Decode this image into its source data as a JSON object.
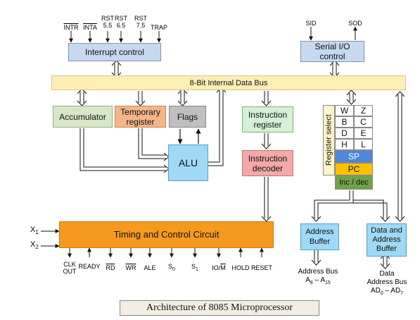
{
  "title": "Architecture of 8085 Microprocessor",
  "blocks": {
    "interrupt_control": "Interrupt control",
    "serial_io_control_1": "Serial I/O",
    "serial_io_control_2": "control",
    "internal_data_bus": "8-Bit Internal Data Bus",
    "accumulator": "Accumulator",
    "temporary_register_1": "Temporary",
    "temporary_register_2": "register",
    "flags": "Flags",
    "alu": "ALU",
    "instruction_register_1": "Instruction",
    "instruction_register_2": "register",
    "instruction_decoder_1": "Instruction",
    "instruction_decoder_2": "decoder",
    "register_select": "Register select",
    "timing_control": "Timing and Control Circuit",
    "address_buffer_1": "Address",
    "address_buffer_2": "Buffer",
    "data_address_buffer_1": "Data and",
    "data_address_buffer_2": "Address",
    "data_address_buffer_3": "Buffer"
  },
  "registers": {
    "w": "W",
    "z": "Z",
    "b": "B",
    "c": "C",
    "d": "D",
    "e": "E",
    "h": "H",
    "l": "L",
    "sp": "SP",
    "pc": "PC",
    "inc_dec": "Inc / dec"
  },
  "interrupt_signals": {
    "intr": "INTR",
    "inta": "INTA",
    "rst55_a": "RST",
    "rst55_b": "5.5",
    "rst65_a": "RST",
    "rst65_b": "6.5",
    "rst75_a": "RST",
    "rst75_b": "7.5",
    "trap": "TRAP"
  },
  "serial_signals": {
    "sid": "SID",
    "sod": "SOD"
  },
  "clock_inputs": {
    "x1": "X",
    "x1_sub": "1",
    "x2": "X",
    "x2_sub": "2"
  },
  "control_signals": {
    "clk_out_1": "CLK",
    "clk_out_2": "OUT",
    "ready": "READY",
    "rd": "RD",
    "wr": "WR",
    "ale": "ALE",
    "s0": "S",
    "s0_sub": "0",
    "s1": "S",
    "s1_sub": "1",
    "io_m_a": "IO/",
    "io_m_b": "M",
    "hold": "HOLD",
    "reset": "RESET"
  },
  "bus_labels": {
    "address_bus_1": "Address Bus",
    "address_bus_2a": "A",
    "address_bus_2a_sub": "8",
    "address_bus_2b": " – A",
    "address_bus_2b_sub": "15",
    "data_bus_1": "Data",
    "data_bus_2": "Address Bus",
    "data_bus_3a": "AD",
    "data_bus_3a_sub": "0",
    "data_bus_3b": " – AD",
    "data_bus_3b_sub": "7"
  },
  "colors": {
    "interrupt_fill": "#c6d9ef",
    "bus_fill": "#fdeeb5",
    "accumulator_fill": "#d7e6c9",
    "temp_fill": "#f4b58a",
    "flags_fill": "#bfbfbf",
    "alu_fill": "#9fd9f5",
    "instr_reg_fill": "#d6f0d6",
    "instr_dec_fill": "#f4a8a8",
    "timing_fill": "#f59a1e",
    "sp_fill": "#4f88d8",
    "pc_fill": "#ffc000",
    "incdec_fill": "#6fa34a",
    "buffer_fill": "#9fd9f5"
  }
}
